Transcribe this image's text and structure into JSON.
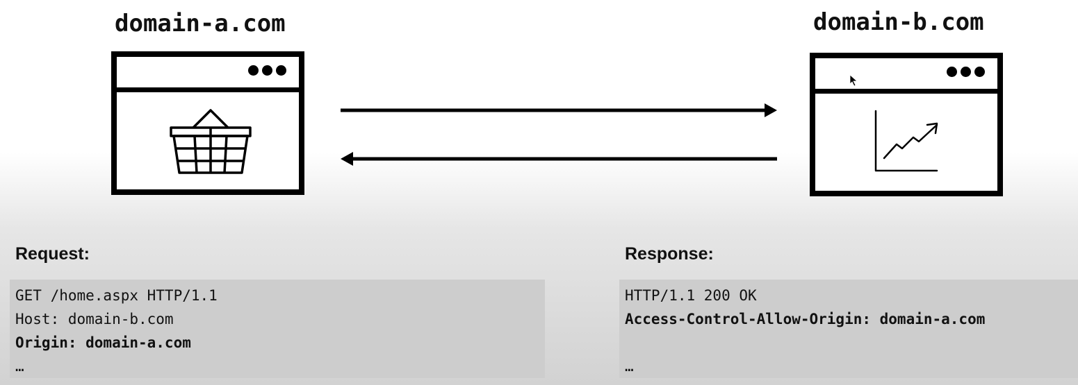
{
  "left": {
    "domain": "domain-a.com",
    "section_label": "Request:",
    "lines": [
      {
        "text": "GET /home.aspx HTTP/1.1",
        "bold": false
      },
      {
        "text": "Host: domain-b.com",
        "bold": false
      },
      {
        "text": "Origin: domain-a.com",
        "bold": true
      },
      {
        "text": "…",
        "bold": false
      }
    ]
  },
  "right": {
    "domain": "domain-b.com",
    "section_label": "Response:",
    "lines": [
      {
        "text": "HTTP/1.1 200 OK",
        "bold": false
      },
      {
        "text": "Access-Control-Allow-Origin: domain-a.com",
        "bold": true
      },
      {
        "text": "",
        "bold": false
      },
      {
        "text": "…",
        "bold": false
      }
    ]
  },
  "icons": {
    "left_window": "shopping-basket-icon",
    "right_window": "trending-chart-icon"
  }
}
